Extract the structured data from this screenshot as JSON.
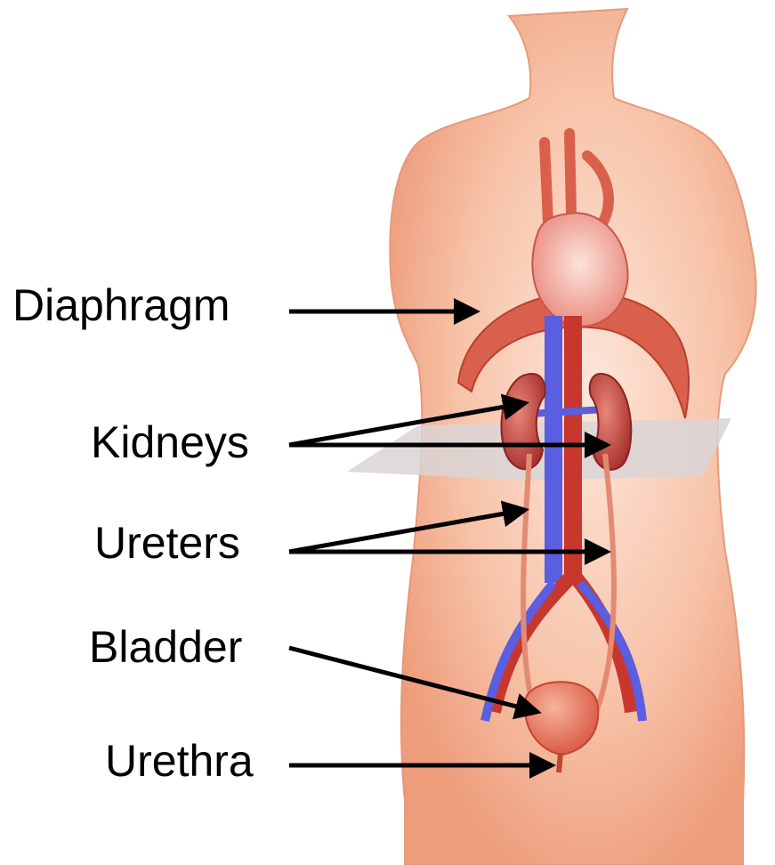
{
  "labels": {
    "diaphragm": "Diaphragm",
    "kidneys": "Kidneys",
    "ureters": "Ureters",
    "bladder": "Bladder",
    "urethra": "Urethra"
  },
  "colors": {
    "skin": "#f6b89a",
    "skin_edge": "#e9896a",
    "artery": "#c8372d",
    "vein": "#5a5ee0",
    "kidney": "#b83a35",
    "bladder": "#e06b55",
    "plane": "#d9d5d6"
  }
}
